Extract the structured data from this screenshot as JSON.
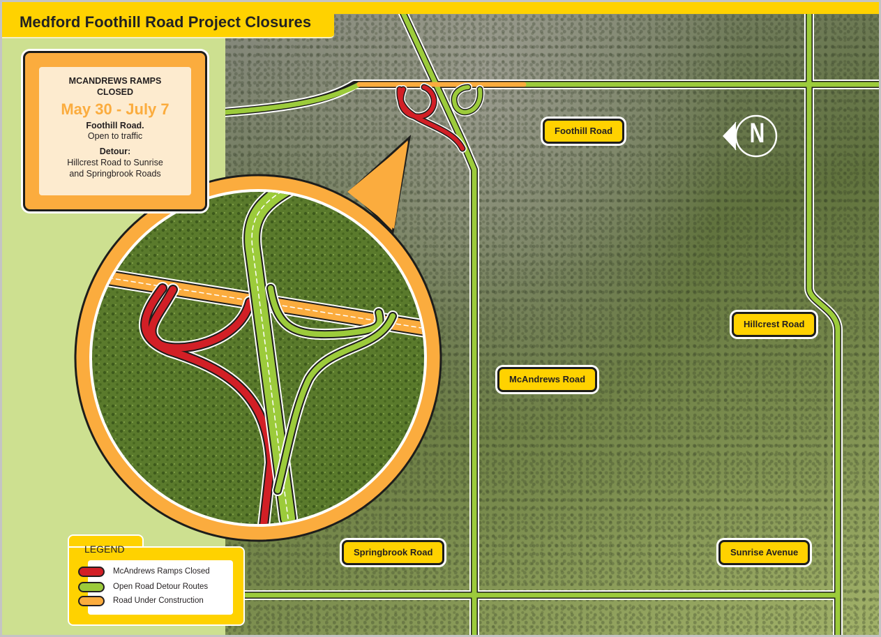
{
  "title": "Medford Foothill Road Project Closures",
  "colors": {
    "brand_yellow": "#ffd200",
    "closed_red": "#d21f26",
    "detour_green": "#9ccb3b",
    "construction_orange": "#fbac3e",
    "outline_dark": "#1d1d1b",
    "side_panel_green": "#cde090"
  },
  "info_box": {
    "heading_line1": "MCANDREWS RAMPS",
    "heading_line2": "CLOSED",
    "dates": "May 30 - July 7",
    "road_name": "Foothill Road.",
    "road_status": "Open to traffic",
    "detour_label": "Detour:",
    "detour_line1": "Hillcrest Road to Sunrise",
    "detour_line2": "and Springbrook Roads"
  },
  "road_labels": {
    "foothill": "Foothill Road",
    "hillcrest": "Hillcrest Road",
    "mcandrews": "McAndrews Road",
    "springbrook": "Springbrook Road",
    "sunrise": "Sunrise Avenue"
  },
  "north_arrow": {
    "letter": "N",
    "icon": "north-arrow-icon"
  },
  "legend": {
    "title": "LEGEND",
    "items": [
      {
        "label": "McAndrews Ramps Closed",
        "color": "#d21f26"
      },
      {
        "label": "Open Road Detour Routes",
        "color": "#9ccb3b"
      },
      {
        "label": "Road Under Construction",
        "color": "#fbac3e"
      }
    ]
  },
  "inset": {
    "description": "Zoomed view of McAndrews interchange",
    "icon": "magnifier-callout"
  }
}
